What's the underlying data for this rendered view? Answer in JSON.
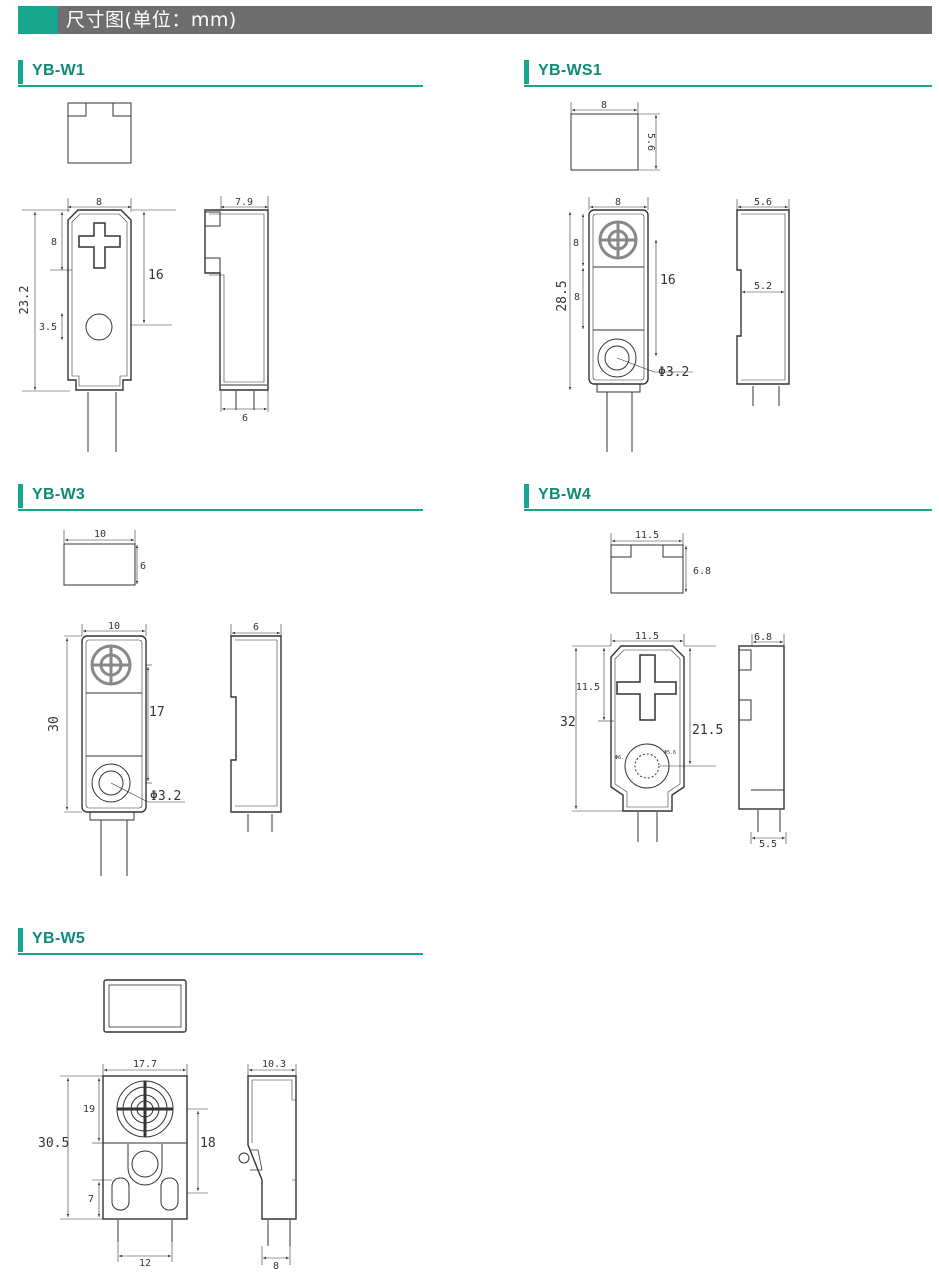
{
  "page": {
    "title": "尺寸图(单位：mm)",
    "accent_color": "#17a58e",
    "header_color": "#6e6e6e"
  },
  "sections": [
    {
      "name": "YB-W1",
      "dims": {
        "top_w": "8",
        "side_w": "7.9",
        "h_total": "23.2",
        "h_top": "8",
        "h_hole": "3.5",
        "h_mid": "16",
        "cable": "6"
      }
    },
    {
      "name": "YB-WS1",
      "dims": {
        "top_w": "8",
        "top_h": "5.6",
        "front_w": "8",
        "h_total": "28.5",
        "h1": "8",
        "h2": "8",
        "h_mid": "16",
        "hole": "Φ3.2",
        "side_w": "5.6",
        "side_inner": "5.2"
      }
    },
    {
      "name": "YB-W3",
      "dims": {
        "top_w": "10",
        "top_h": "6",
        "front_w": "10",
        "h_total": "30",
        "h_mid": "17",
        "hole": "Φ3.2",
        "side_w": "6"
      }
    },
    {
      "name": "YB-W4",
      "dims": {
        "top_w": "11.5",
        "top_h": "6.8",
        "front_w": "11.5",
        "h_total": "32",
        "h_top": "11.5",
        "h_mid": "21.5",
        "side_w": "6.8",
        "cable": "5.5",
        "small_a": "Φ6.",
        "small_b": "Φ5.6"
      }
    },
    {
      "name": "YB-W5",
      "dims": {
        "front_w": "17.7",
        "h_total": "30.5",
        "h_top": "19",
        "h_mid": "18",
        "h_bottom": "7",
        "bottom_w": "12",
        "side_w": "10.3",
        "cable": "8"
      }
    }
  ]
}
